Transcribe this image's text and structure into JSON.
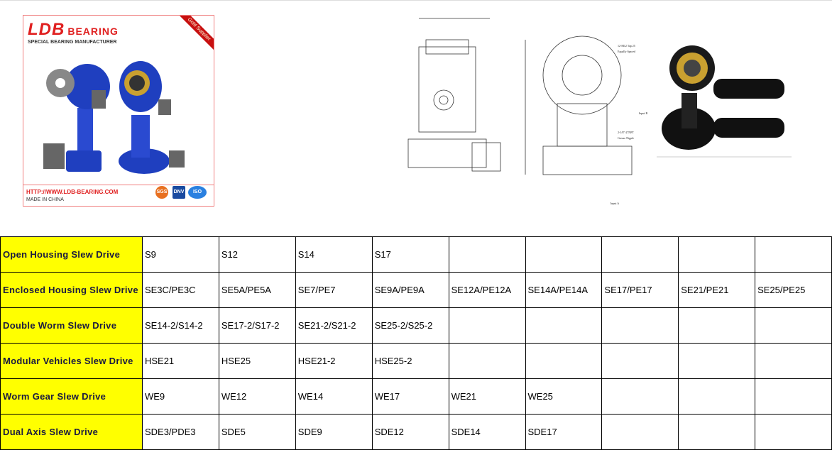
{
  "promo": {
    "brand": "LDB",
    "brand_suffix": "BEARING",
    "tagline": "SPECIAL BEARING MANUFACTURER",
    "ribbon": "Gold Supplier",
    "url": "HTTP://WWW.LDB-BEARING.COM",
    "made_in": "MADE IN CHINA",
    "certs": [
      "SGS",
      "DNV",
      "ISO"
    ],
    "accent_color": "#e02020",
    "product_color": "#1f3fbf"
  },
  "drawing": {
    "labels": [
      "12-M12 Tap 25",
      "Equally Spaced",
      "Input B",
      "2-1/8\"-27NPT",
      "Grease Nipple",
      "Input A"
    ]
  },
  "table": {
    "rows": [
      {
        "header": "Open Housing Slew Drive",
        "cells": [
          "S9",
          "S12",
          "S14",
          "S17",
          "",
          "",
          "",
          "",
          ""
        ]
      },
      {
        "header": "Enclosed Housing Slew Drive",
        "cells": [
          "SE3C/PE3C",
          "SE5A/PE5A",
          "SE7/PE7",
          "SE9A/PE9A",
          "SE12A/PE12A",
          "SE14A/PE14A",
          "SE17/PE17",
          "SE21/PE21",
          "SE25/PE25"
        ]
      },
      {
        "header": "Double Worm Slew Drive",
        "cells": [
          "SE14-2/S14-2",
          "SE17-2/S17-2",
          "SE21-2/S21-2",
          "SE25-2/S25-2",
          "",
          "",
          "",
          "",
          ""
        ]
      },
      {
        "header": "Modular Vehicles Slew Drive",
        "cells": [
          "HSE21",
          "HSE25",
          "HSE21-2",
          "HSE25-2",
          "",
          "",
          "",
          "",
          ""
        ]
      },
      {
        "header": "Worm Gear Slew Drive",
        "cells": [
          "WE9",
          "WE12",
          "WE14",
          "WE17",
          "WE21",
          "WE25",
          "",
          "",
          ""
        ]
      },
      {
        "header": "Dual Axis Slew Drive",
        "cells": [
          "SDE3/PDE3",
          "SDE5",
          "SDE9",
          "SDE12",
          "SDE14",
          "SDE17",
          "",
          "",
          ""
        ]
      }
    ],
    "header_color": "#ffff00"
  }
}
